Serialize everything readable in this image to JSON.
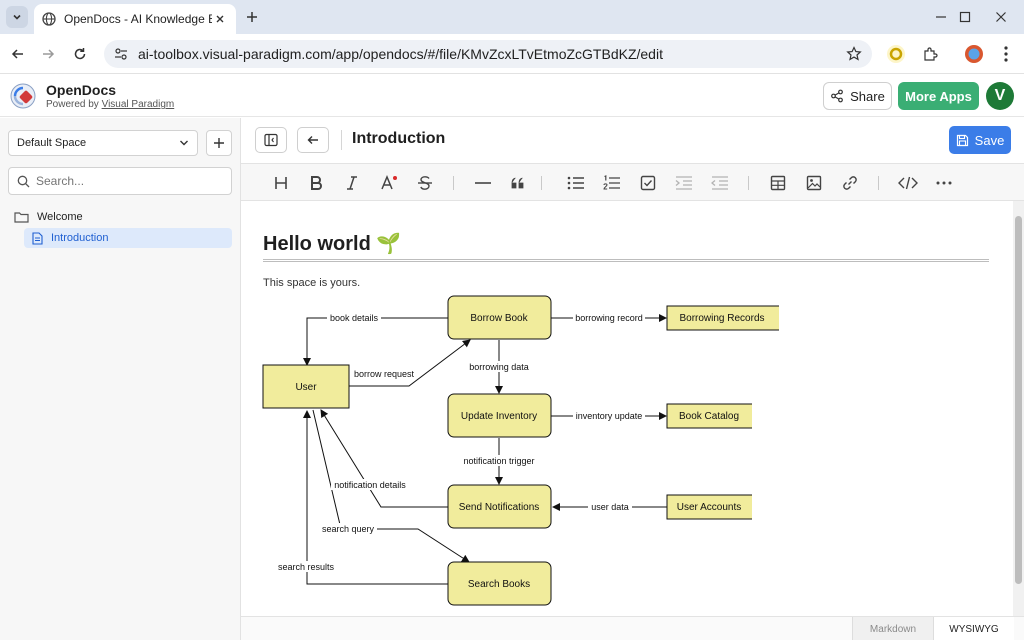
{
  "browser": {
    "tab_title": "OpenDocs - AI Knowledge Base",
    "url": "ai-toolbox.visual-paradigm.com/app/opendocs/#/file/KMvZcxLTvEtmoZcGTBdKZ/edit"
  },
  "app": {
    "name": "OpenDocs",
    "powered_prefix": "Powered by",
    "powered_link": "Visual Paradigm",
    "share_label": "Share",
    "more_apps_label": "More Apps",
    "avatar_letter": "V",
    "brand_green": "#3aae74",
    "accent_blue": "#3b7de8"
  },
  "sidebar": {
    "space": "Default Space",
    "search_placeholder": "Search...",
    "items": [
      {
        "label": "Welcome",
        "icon": "folder-icon"
      },
      {
        "label": "Introduction",
        "icon": "document-icon",
        "active": true
      }
    ]
  },
  "editor": {
    "doc_title": "Introduction",
    "save_label": "Save",
    "heading": "Hello world 🌱",
    "paragraph": "This space is yours.",
    "modes": {
      "markdown": "Markdown",
      "wysiwyg": "WYSIWYG",
      "selected": "WYSIWYG"
    }
  },
  "diagram": {
    "node_fill": "#f1ec9c",
    "nodes": {
      "user": "User",
      "borrow_book": "Borrow Book",
      "borrowing_records": "Borrowing Records",
      "update_inventory": "Update Inventory",
      "book_catalog": "Book Catalog",
      "send_notifications": "Send Notifications",
      "user_accounts": "User Accounts",
      "search_books": "Search Books"
    },
    "edges": {
      "book_details": "book details",
      "borrow_request": "borrow request",
      "borrowing_record": "borrowing record",
      "borrowing_data": "borrowing data",
      "inventory_update": "inventory update",
      "notification_trigger": "notification trigger",
      "notification_details": "notification details",
      "user_data": "user data",
      "search_query": "search query",
      "search_results": "search results"
    }
  }
}
